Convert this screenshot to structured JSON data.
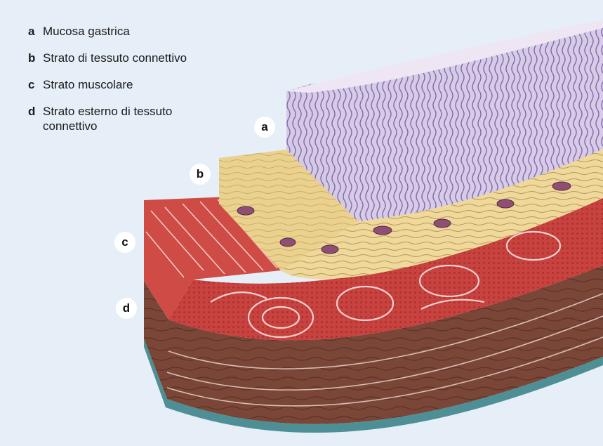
{
  "legend": [
    {
      "key": "a",
      "text": "Mucosa gastrica"
    },
    {
      "key": "b",
      "text": "Strato di tessuto connettivo"
    },
    {
      "key": "c",
      "text": "Strato muscolare"
    },
    {
      "key": "d",
      "text": "Strato esterno di tessuto connettivo"
    }
  ],
  "markers": {
    "a": "a",
    "b": "b",
    "c": "c",
    "d": "d"
  },
  "colors": {
    "background": "#e6eef7",
    "mucosa": "#cdbfe0",
    "mucosa_glands": "#6e5a9c",
    "connective": "#efd899",
    "muscle": "#c8433f",
    "outer_connective": "#7a4638",
    "serosa": "#4d8f95"
  }
}
